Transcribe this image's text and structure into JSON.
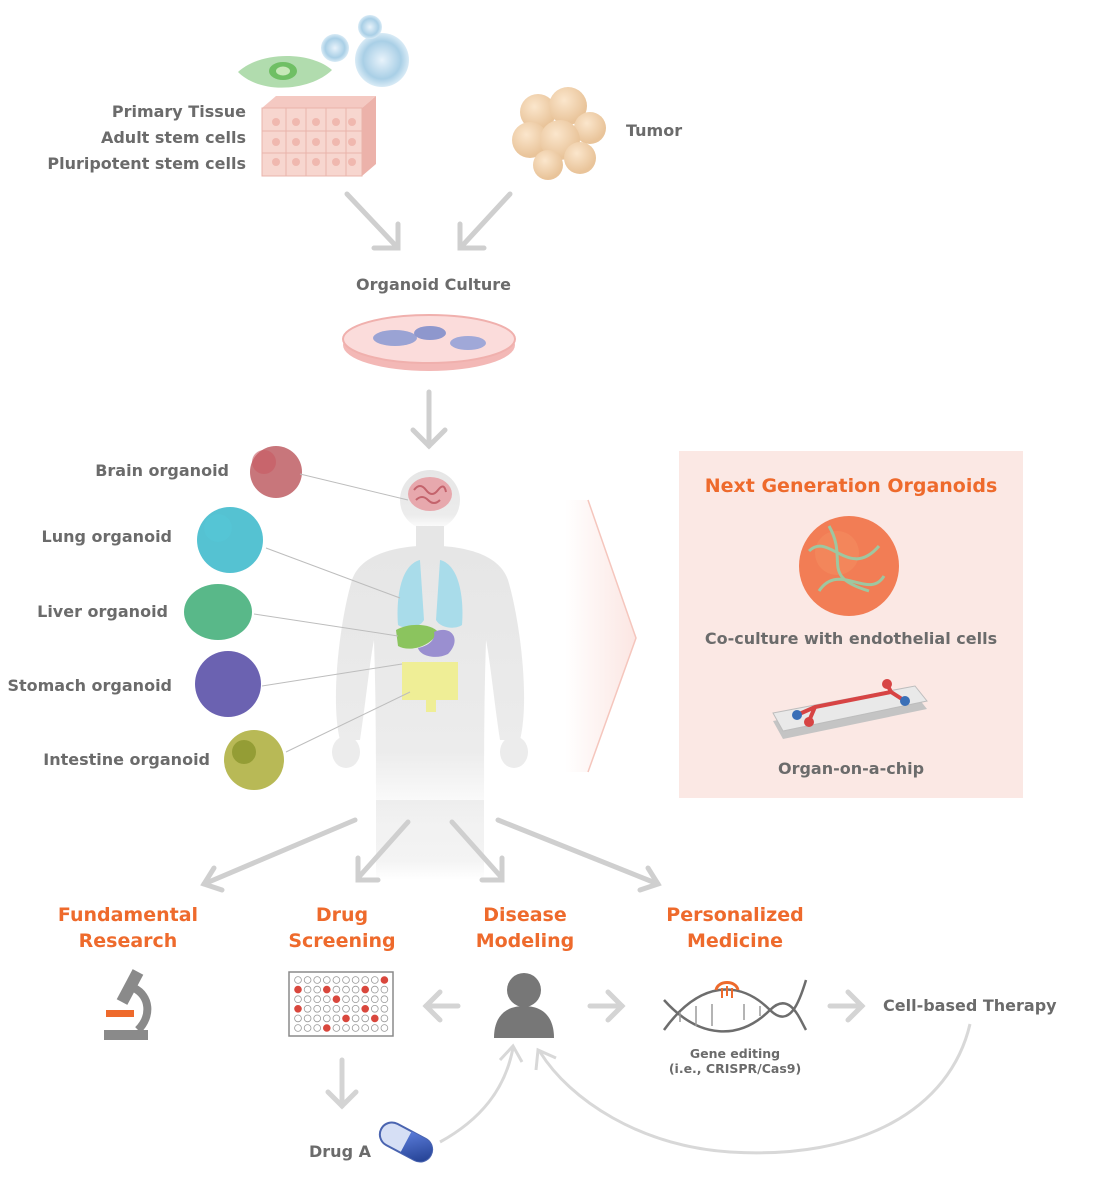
{
  "sources": {
    "tissue_lines": [
      "Primary Tissue",
      "Adult stem cells",
      "Pluripotent stem cells"
    ],
    "tumor": "Tumor"
  },
  "culture": {
    "label": "Organoid Culture"
  },
  "organoids": [
    {
      "name": "Brain organoid",
      "color": "#b5484f"
    },
    {
      "name": "Lung organoid",
      "color": "#2ab3c7"
    },
    {
      "name": "Liver organoid",
      "color": "#2fa66b"
    },
    {
      "name": "Stomach organoid",
      "color": "#4a3fa0"
    },
    {
      "name": "Intestine organoid",
      "color": "#a6a82c"
    }
  ],
  "next_gen": {
    "title": "Next Generation Organoids",
    "coculture": "Co-culture with endothelial cells",
    "chip": "Organ-on-a-chip"
  },
  "applications": [
    {
      "line1": "Fundamental",
      "line2": "Research"
    },
    {
      "line1": "Drug",
      "line2": "Screening"
    },
    {
      "line1": "Disease",
      "line2": "Modeling"
    },
    {
      "line1": "Personalized",
      "line2": "Medicine"
    }
  ],
  "bottom": {
    "gene_editing_line1": "Gene editing",
    "gene_editing_line2": "(i.e., CRISPR/Cas9)",
    "cell_therapy": "Cell-based Therapy",
    "drug": "Drug A"
  },
  "colors": {
    "accent": "#ee6a2c",
    "text": "#6b6b6b",
    "arrow": "#cfcfcf",
    "panel": "#fbe8e4"
  }
}
